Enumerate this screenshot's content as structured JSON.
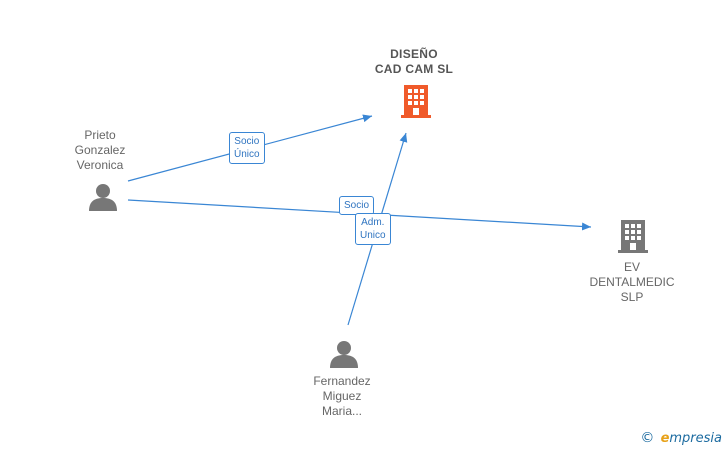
{
  "nodes": {
    "company_main": {
      "label": "DISEÑO\nCAD CAM  SL",
      "color": "#f05a2a",
      "icon": "building-icon"
    },
    "company_ev": {
      "label": "EV\nDENTALMEDIC\nSLP",
      "color": "#777777",
      "icon": "building-icon"
    },
    "person_prieto": {
      "label": "Prieto\nGonzalez\nVeronica",
      "color": "#777777",
      "icon": "person-icon"
    },
    "person_fernandez": {
      "label": "Fernandez\nMiguez\nMaria...",
      "color": "#777777",
      "icon": "person-icon"
    }
  },
  "edges": [
    {
      "from": "person_prieto",
      "to": "company_main",
      "label": "Socio\nÚnico"
    },
    {
      "from": "person_prieto",
      "to": "company_ev",
      "label": "Socio"
    },
    {
      "from": "person_fernandez",
      "to": "company_main",
      "label": "Adm.\nUnico"
    }
  ],
  "edge_color": "#3a86d4",
  "watermark": {
    "copyright": "©",
    "brand_first": "e",
    "brand_rest": "mpresia"
  }
}
